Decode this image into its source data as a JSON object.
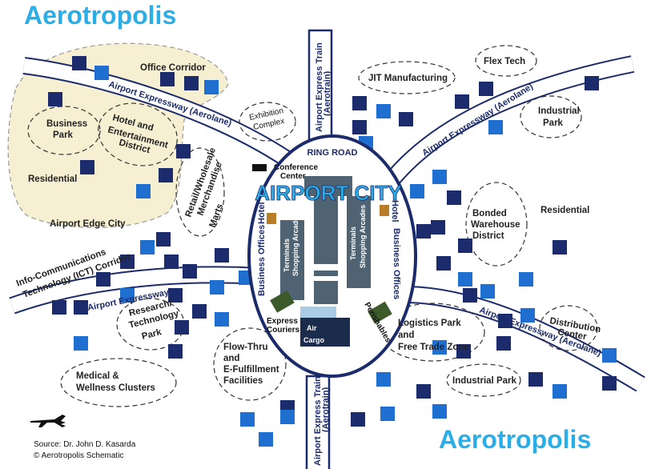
{
  "title_top": "Aerotropolis",
  "title_bottom": "Aerotropolis",
  "center": {
    "airport_city": "AIRPORT CITY",
    "ring_road": "RING ROAD",
    "conference_center_1": "Conference",
    "conference_center_2": "Center",
    "hotel_left": "Hotel",
    "hotel_right": "Hotel",
    "business_offices_left": "Business Offices",
    "business_offices_right": "Business Offices",
    "terminals_left_1": "Terminals",
    "terminals_left_2": "Shopping Arcades",
    "terminals_right_1": "Terminals",
    "terminals_right_2": "Shopping Arcades",
    "express_couriers_1": "Express",
    "express_couriers_2": "Couriers",
    "air_cargo_1": "Air",
    "air_cargo_2": "Cargo",
    "perishables": "Perishables"
  },
  "roads": {
    "expressway_top_left": "Airport Expressway (Aerolane)",
    "expressway_top_right": "Airport Expressway (Aerolane)",
    "expressway_left": "Airport Expressway",
    "expressway_bottom_right": "Airport Expressway (Aerolane)",
    "train_top_1": "Airport Express Train",
    "train_top_2": "(Aerotrain)",
    "train_bottom_1": "Airport Express Train",
    "train_bottom_2": "(Aerotrain)",
    "ict_corridor_1": "Info-Communications",
    "ict_corridor_2": "Technology (ICT) Corridor"
  },
  "zones": {
    "office_corridor": "Office Corridor",
    "business_park_1": "Business",
    "business_park_2": "Park",
    "hotel_ent_1": "Hotel and",
    "hotel_ent_2": "Entertainment",
    "hotel_ent_3": "District",
    "exhibition_1": "Exhibition",
    "exhibition_2": "Complex",
    "residential_left": "Residential",
    "airport_edge_city": "Airport Edge City",
    "retail_1": "Retail/Wholesale",
    "retail_2": "Merchandise",
    "retail_3": "Marts",
    "jit": "JIT Manufacturing",
    "flex_tech": "Flex Tech",
    "industrial_park_top_1": "Industrial",
    "industrial_park_top_2": "Park",
    "bonded_1": "Bonded",
    "bonded_2": "Warehouse",
    "bonded_3": "District",
    "residential_right": "Residential",
    "research_1": "Research/",
    "research_2": "Technology",
    "research_3": "Park",
    "flow_thru_1": "Flow-Thru",
    "flow_thru_2": "and",
    "flow_thru_3": "E-Fulfillment",
    "flow_thru_4": "Facilities",
    "medical_1": "Medical &",
    "medical_2": "Wellness Clusters",
    "logistics_1": "Logistics Park",
    "logistics_2": "and",
    "logistics_3": "Free Trade Zone",
    "industrial_park_bottom": "Industrial Park",
    "distribution_1": "Distribution",
    "distribution_2": "Center"
  },
  "source_1": "Source: Dr. John D. Kasarda",
  "source_2": "© Aerotropolis Schematic",
  "colors": {
    "brand": "#2aaee8",
    "navy": "#1b2b6b",
    "bright_blue": "#1e6fd0",
    "cream": "#f6efd2"
  }
}
